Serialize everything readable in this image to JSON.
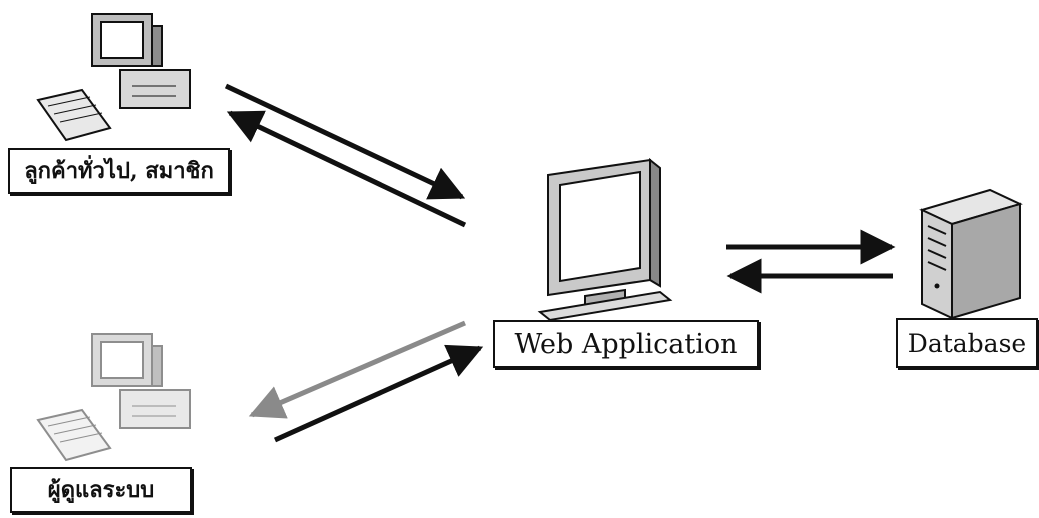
{
  "nodes": {
    "customer": {
      "label": "ลูกค้าทั่วไป, สมาชิก"
    },
    "admin": {
      "label": "ผู้ดูแลระบบ"
    },
    "web_app": {
      "label": "Web Application"
    },
    "database": {
      "label": "Database"
    }
  },
  "edges": [
    {
      "from": "customer",
      "to": "web_app"
    },
    {
      "from": "web_app",
      "to": "customer"
    },
    {
      "from": "admin",
      "to": "web_app"
    },
    {
      "from": "web_app",
      "to": "admin"
    },
    {
      "from": "web_app",
      "to": "database"
    },
    {
      "from": "database",
      "to": "web_app"
    }
  ]
}
